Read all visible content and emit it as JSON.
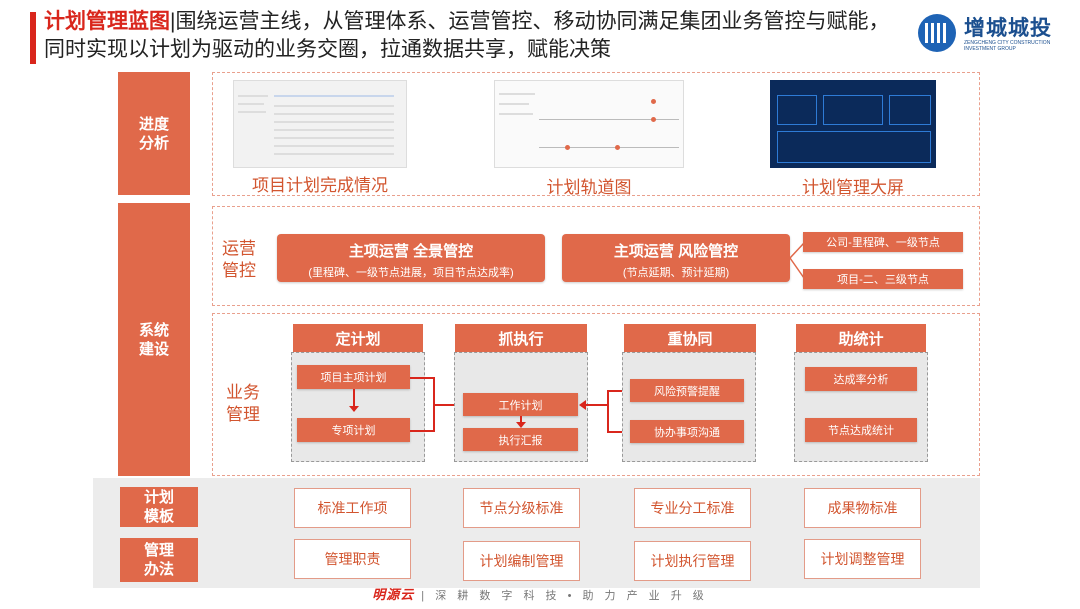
{
  "header": {
    "title_highlight": "计划管理蓝图",
    "title_rest": "|围绕运营主线，从管理体系、运营管控、移动协同满足集团业务管控与赋能，同时实现以计划为驱动的业务交圈，拉通数据共享，赋能决策",
    "logo_cn": "增城城投",
    "logo_en": "ZENGCHENG CITY CONSTRUCTION INVESTMENT GROUP"
  },
  "sides": {
    "progress": "进度分析",
    "system": "系统建设",
    "template": "计划模板",
    "method": "管理办法"
  },
  "progress": {
    "captions": [
      "项目计划完成情况",
      "计划轨道图",
      "计划管理大屏"
    ]
  },
  "ops": {
    "label": "运营管控",
    "box1_title": "主项运营 全景管控",
    "box1_sub": "(里程碑、一级节点进展，项目节点达成率)",
    "box2_title": "主项运营 风险管控",
    "box2_sub": "(节点延期、预计延期)",
    "tag1": "公司-里程碑、一级节点",
    "tag2": "项目-二、三级节点"
  },
  "business": {
    "label": "业务管理",
    "cols": [
      {
        "head": "定计划",
        "items": [
          "项目主项计划",
          "专项计划"
        ]
      },
      {
        "head": "抓执行",
        "items": [
          "工作计划",
          "执行汇报"
        ]
      },
      {
        "head": "重协同",
        "items": [
          "风险预警提醒",
          "协办事项沟通"
        ]
      },
      {
        "head": "助统计",
        "items": [
          "达成率分析",
          "节点达成统计"
        ]
      }
    ]
  },
  "template_row": [
    "标准工作项",
    "节点分级标准",
    "专业分工标准",
    "成果物标准"
  ],
  "method_row": [
    "管理职责",
    "计划编制管理",
    "计划执行管理",
    "计划调整管理"
  ],
  "footer": {
    "brand": "明源云",
    "slogan": "深 耕 数 字 科 技 • 助 力 产 业 升 级"
  },
  "colors": {
    "accent": "#e0694a",
    "title_red": "#d9261c",
    "brand_blue": "#1b4f8f"
  }
}
